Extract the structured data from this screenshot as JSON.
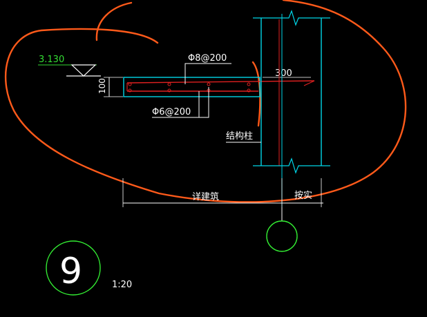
{
  "labels": {
    "level": "3.130",
    "rebar_top": "Φ8@200",
    "rebar_bottom": "Φ6@200",
    "dim_300": "300",
    "dim_100": "100",
    "column": "结构柱",
    "see_arch": "详建筑",
    "as_built": "按实",
    "detail_no": "9",
    "scale": "1:20"
  },
  "colors": {
    "background": "#000000",
    "outline": "#00d6e8",
    "rebar": "#e02020",
    "dimension": "#ffffff",
    "level_text": "#33dd33",
    "circle": "#33ee33",
    "annotation": "#ff5a1a"
  }
}
